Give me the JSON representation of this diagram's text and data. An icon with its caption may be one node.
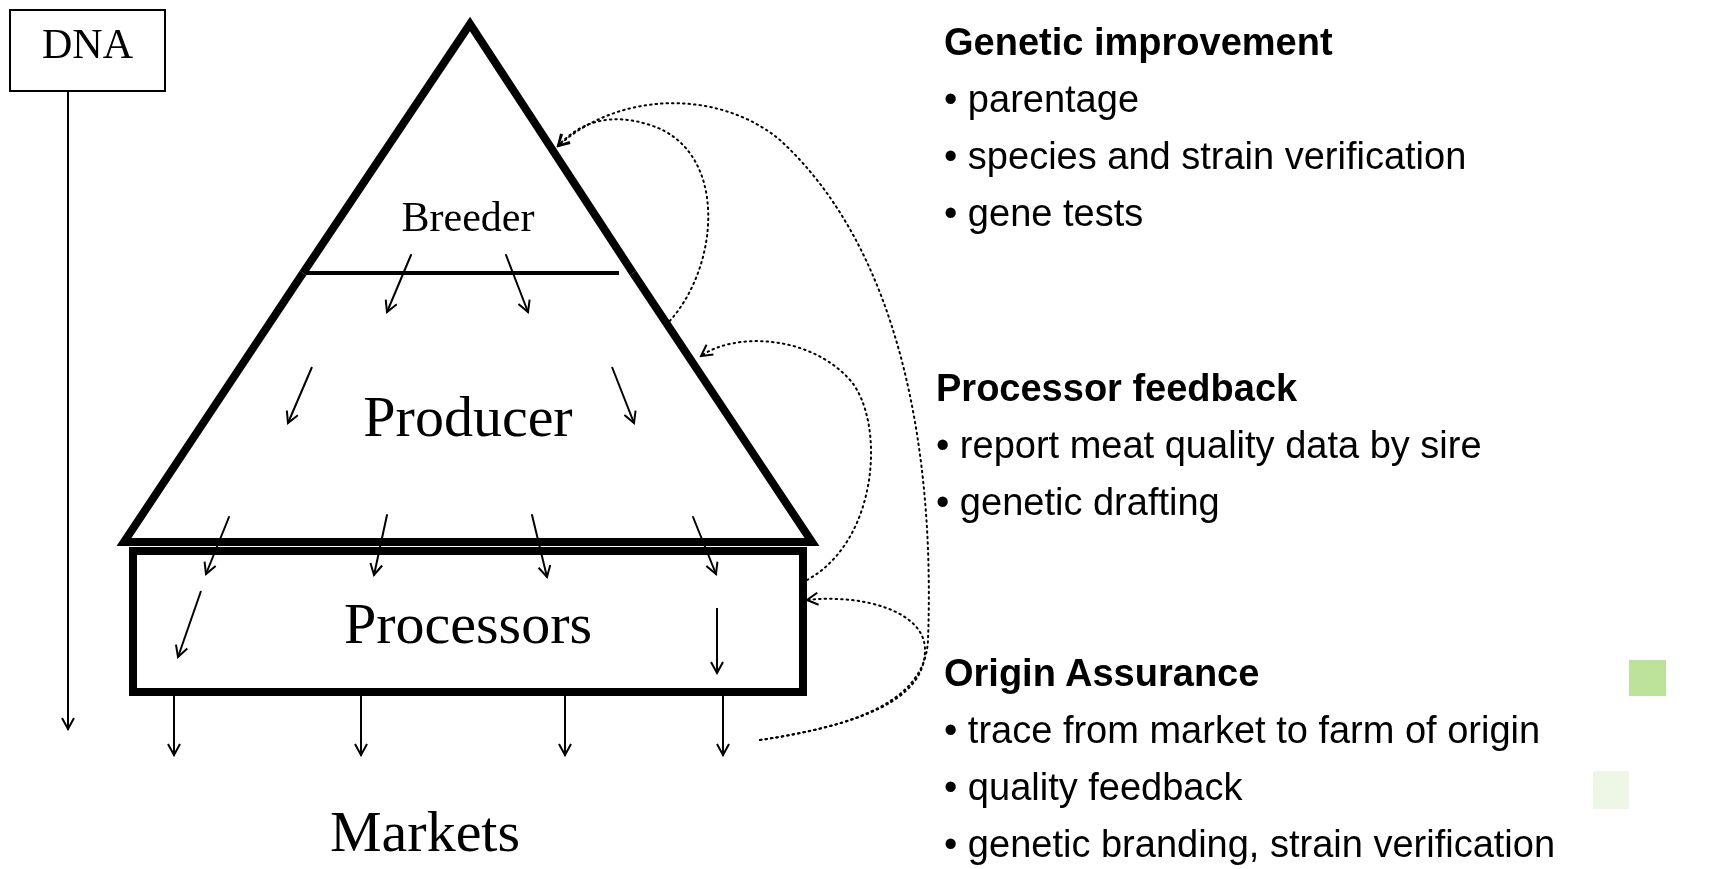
{
  "diagram": {
    "nodes": [
      {
        "text": [
          "DNA"
        ]
      },
      {
        "text": [
          "Breeder"
        ]
      },
      {
        "text": [
          "Producer"
        ]
      },
      {
        "text": [
          "Processors"
        ]
      }
    ],
    "edges": [
      {
        "from": 0,
        "to": null,
        "arrow": "to"
      },
      {
        "from": 1,
        "to": 2,
        "arrow": "to"
      },
      {
        "from": 1,
        "to": 2,
        "arrow": "to"
      },
      {
        "from": 2,
        "to": 3,
        "arrow": "to"
      },
      {
        "from": 2,
        "to": 3,
        "arrow": "to"
      },
      {
        "from": 2,
        "to": 3,
        "arrow": "to"
      },
      {
        "from": 2,
        "to": 3,
        "arrow": "to"
      },
      {
        "from": 3,
        "to": null,
        "arrow": "to"
      },
      {
        "from": 3,
        "to": null,
        "arrow": "to"
      },
      {
        "from": 3,
        "to": null,
        "arrow": "to"
      },
      {
        "from": 3,
        "to": null,
        "arrow": "to"
      },
      {
        "from": 2,
        "to": 1,
        "arrow": "to",
        "style": "dashed"
      },
      {
        "from": 3,
        "to": 2,
        "arrow": "to",
        "style": "dashed"
      },
      {
        "from": null,
        "to": 3,
        "arrow": "to",
        "style": "dashed"
      },
      {
        "from": null,
        "to": 1,
        "arrow": "to",
        "style": "dashed"
      }
    ],
    "labels": [
      "Genetic improvement",
      "• parentage",
      "• species and strain verification",
      "• gene tests",
      "Processor feedback",
      "• report meat quality data by sire",
      "• genetic drafting",
      "Origin Assurance",
      "• trace from market to farm of origin",
      "• quality feedback",
      "• genetic branding, strain verification",
      "Markets"
    ]
  }
}
